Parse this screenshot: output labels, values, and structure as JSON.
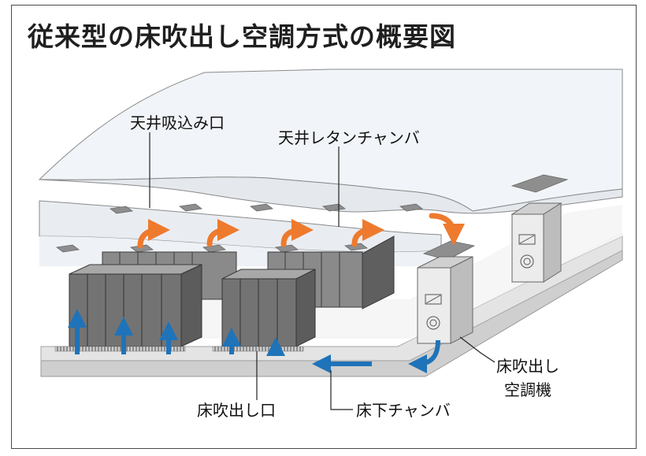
{
  "title": "従来型の床吹出し空調方式の概要図",
  "labels": {
    "ceiling_intake": "天井吸込み口",
    "ceiling_return_chamber": "天井レタンチャンバ",
    "floor_ac_unit_line1": "床吹出し",
    "floor_ac_unit_line2": "空調機",
    "floor_outlet": "床吹出し口",
    "underfloor_chamber": "床下チャンバ"
  },
  "colors": {
    "warm_air": "#ee7a2e",
    "cool_air": "#1f73b8",
    "rack": "#6e6e6e",
    "ceiling": "#eef2f7",
    "floor": "#b9b9b9"
  }
}
